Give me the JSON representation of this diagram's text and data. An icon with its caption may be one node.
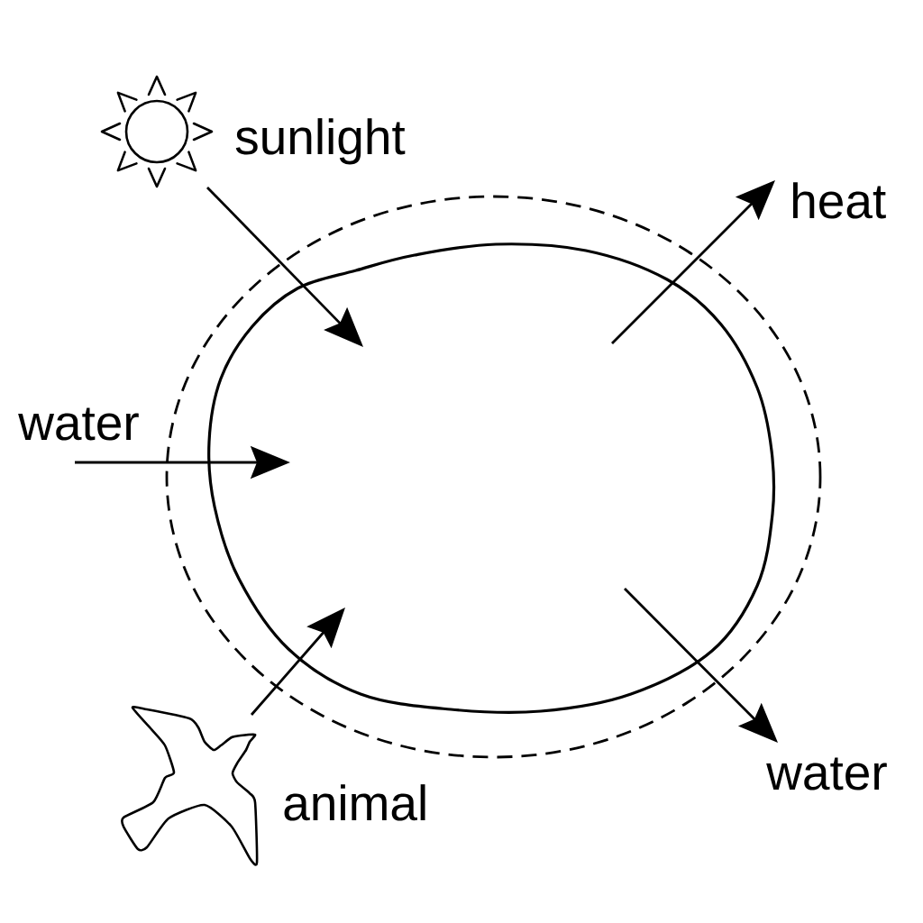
{
  "diagram": {
    "nodes": [
      {
        "text": [],
        "shape": "circle"
      },
      {
        "text": [],
        "shape": "circle",
        "in": 0
      },
      {
        "text": [],
        "shape": "picture",
        "beside": [
          "sunlight"
        ]
      },
      {
        "text": [
          "water"
        ]
      },
      {
        "text": [],
        "shape": "picture",
        "beside": [
          "animal"
        ]
      },
      {
        "text": [
          "heat"
        ]
      },
      {
        "text": [
          "water"
        ]
      }
    ],
    "edges": [
      {
        "from": 2,
        "to": 1,
        "arrow": "to"
      },
      {
        "from": 3,
        "to": 1,
        "arrow": "to"
      },
      {
        "from": 4,
        "to": 1,
        "arrow": "to"
      },
      {
        "from": 1,
        "to": 5,
        "arrow": "to"
      },
      {
        "from": 1,
        "to": 6,
        "arrow": "to"
      }
    ]
  }
}
